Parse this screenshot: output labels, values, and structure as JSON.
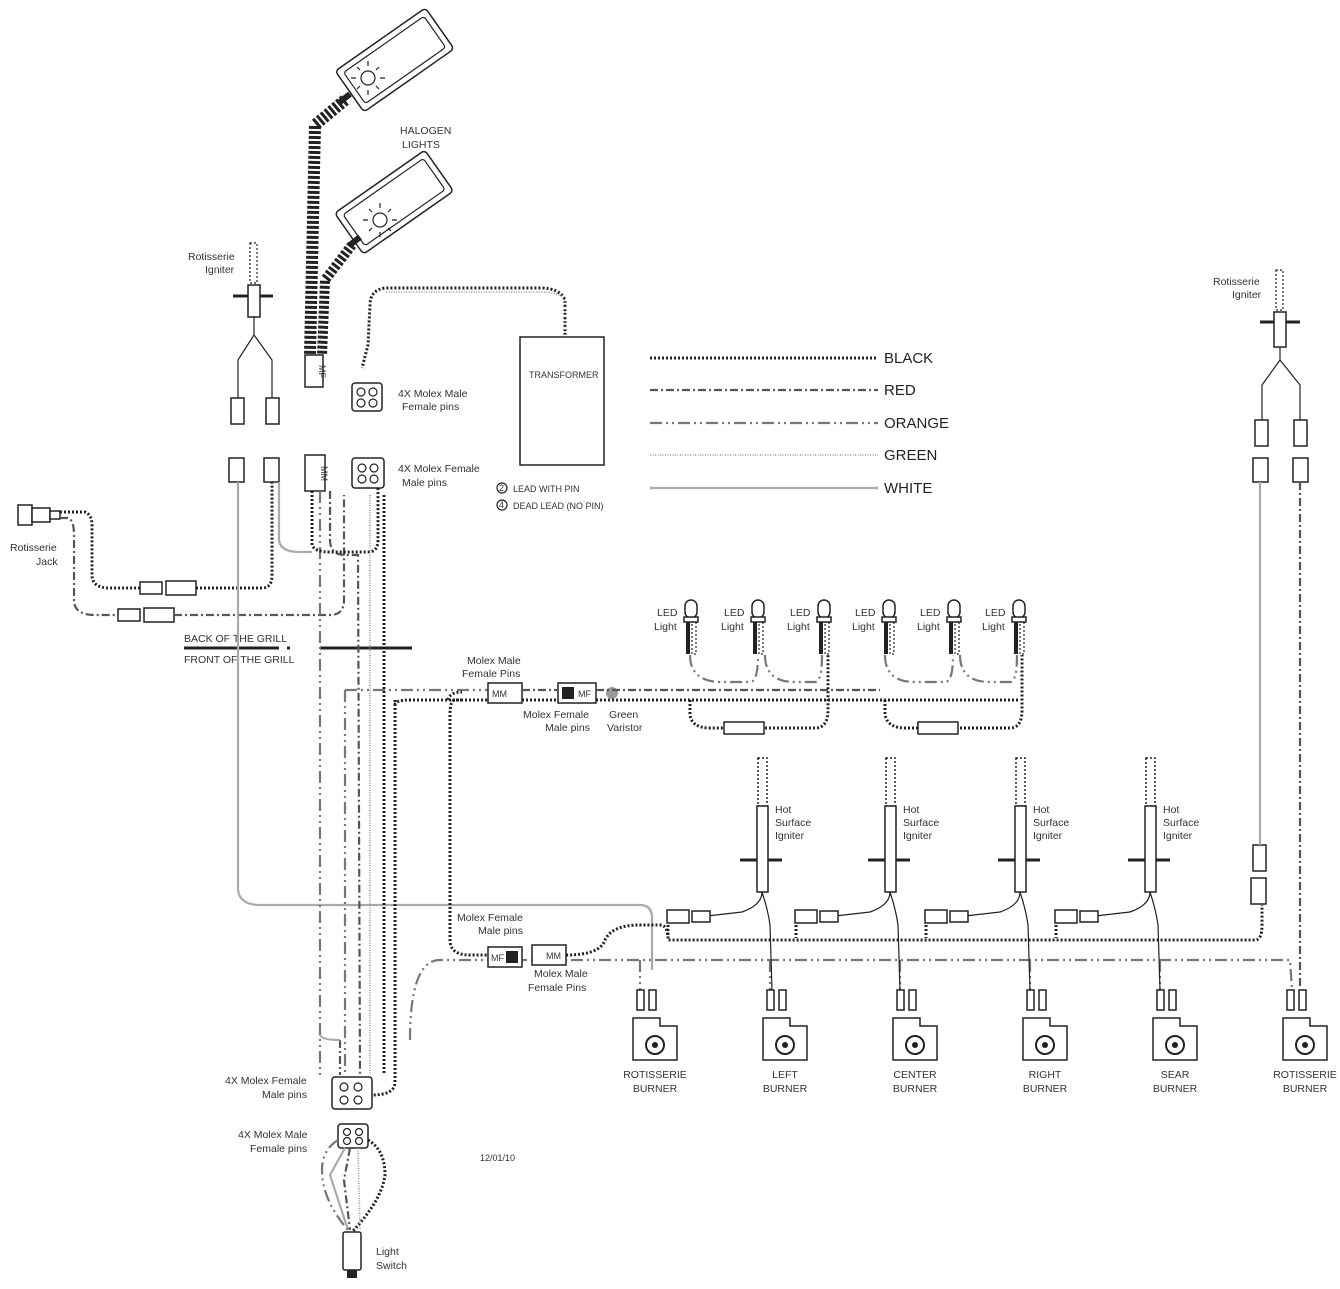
{
  "legend": {
    "items": [
      {
        "name": "BLACK",
        "style": "w-black"
      },
      {
        "name": "RED",
        "style": "w-red"
      },
      {
        "name": "ORANGE",
        "style": "w-orange"
      },
      {
        "name": "GREEN",
        "style": "w-green"
      },
      {
        "name": "WHITE",
        "style": "w-white"
      }
    ],
    "pin_notes": [
      {
        "num": "2",
        "text": "LEAD WITH PIN"
      },
      {
        "num": "4",
        "text": "DEAD LEAD   (NO PIN)"
      }
    ]
  },
  "labels": {
    "halogen_1": "HALOGEN",
    "halogen_2": "LIGHTS",
    "rot_igniter_left_1": "Rotisserie",
    "rot_igniter_left_2": "Igniter",
    "rot_igniter_right_1": "Rotisserie",
    "rot_igniter_right_2": "Igniter",
    "transformer": "TRANSFORMER",
    "molex_mf_top_1": "4X Molex Male",
    "molex_mf_top_2": "Female pins",
    "molex_fm_top_1": "4X Molex Female",
    "molex_fm_top_2": "Male pins",
    "rot_jack_1": "Rotisserie",
    "rot_jack_2": "Jack",
    "back_grill": "BACK OF THE GRILL",
    "front_grill": "FRONT OF THE GRILL",
    "molex_mm_mid_1": "Molex Male",
    "molex_mm_mid_2": "Female Pins",
    "molex_fm_mid_1": "Molex Female",
    "molex_fm_mid_2": "Male pins",
    "varistor_1": "Green",
    "varistor_2": "Varistor",
    "molex_fm_low_1": "Molex Female",
    "molex_fm_low_2": "Male pins",
    "molex_mm_low_1": "Molex Male",
    "molex_mm_low_2": "Female Pins",
    "molex_fm_bottom_1": "4X Molex Female",
    "molex_fm_bottom_2": "Male pins",
    "molex_mf_bottom_1": "4X Molex Male",
    "molex_mf_bottom_2": "Female pins",
    "light_switch_1": "Light",
    "light_switch_2": "Switch",
    "date": "12/01/10",
    "conn_mf": "MF",
    "conn_mm": "MM"
  },
  "led_lights": [
    {
      "l1": "LED",
      "l2": "Light"
    },
    {
      "l1": "LED",
      "l2": "Light"
    },
    {
      "l1": "LED",
      "l2": "Light"
    },
    {
      "l1": "LED",
      "l2": "Light"
    },
    {
      "l1": "LED",
      "l2": "Light"
    },
    {
      "l1": "LED",
      "l2": "Light"
    }
  ],
  "igniters": [
    {
      "l1": "Hot",
      "l2": "Surface",
      "l3": "Igniter"
    },
    {
      "l1": "Hot",
      "l2": "Surface",
      "l3": "Igniter"
    },
    {
      "l1": "Hot",
      "l2": "Surface",
      "l3": "Igniter"
    },
    {
      "l1": "Hot",
      "l2": "Surface",
      "l3": "Igniter"
    }
  ],
  "burners": [
    {
      "l1": "ROTISSERIE",
      "l2": "BURNER"
    },
    {
      "l1": "LEFT",
      "l2": "BURNER"
    },
    {
      "l1": "CENTER",
      "l2": "BURNER"
    },
    {
      "l1": "RIGHT",
      "l2": "BURNER"
    },
    {
      "l1": "SEAR",
      "l2": "BURNER"
    },
    {
      "l1": "ROTISSERIE",
      "l2": "BURNER"
    }
  ]
}
